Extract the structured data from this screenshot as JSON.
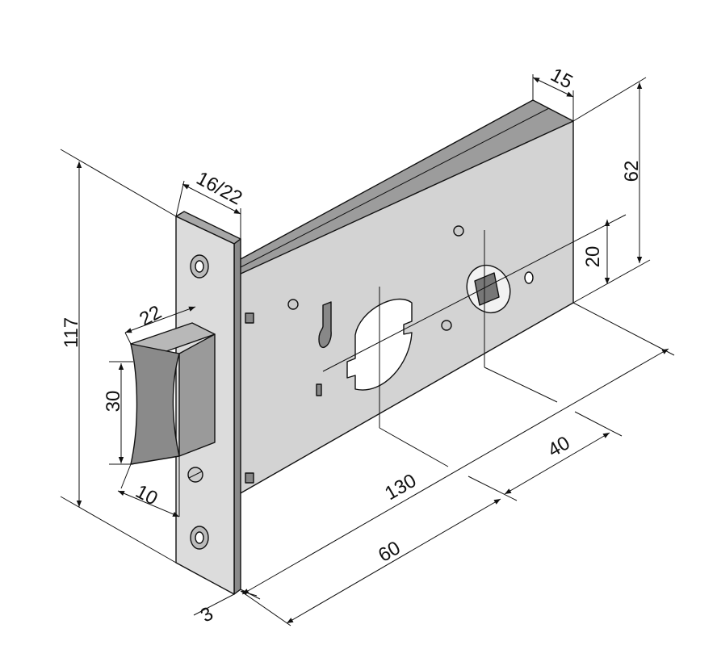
{
  "title": "Mortise lock dimensional drawing",
  "dimensions": {
    "body_depth": "15",
    "body_height": "62",
    "faceplate_width": "16/22",
    "spindle_offset": "20",
    "faceplate_height": "117",
    "latch_width": "22",
    "latch_height": "30",
    "body_length": "130",
    "spindle_to_cylinder": "40",
    "backset": "60",
    "latch_projection": "10",
    "faceplate_thickness": "3"
  },
  "colors": {
    "line": "#111111",
    "body_front": "#d4d4d4",
    "body_top": "#9a9a9a",
    "faceplate": "#dadada",
    "latch": "#8e8e8e"
  }
}
